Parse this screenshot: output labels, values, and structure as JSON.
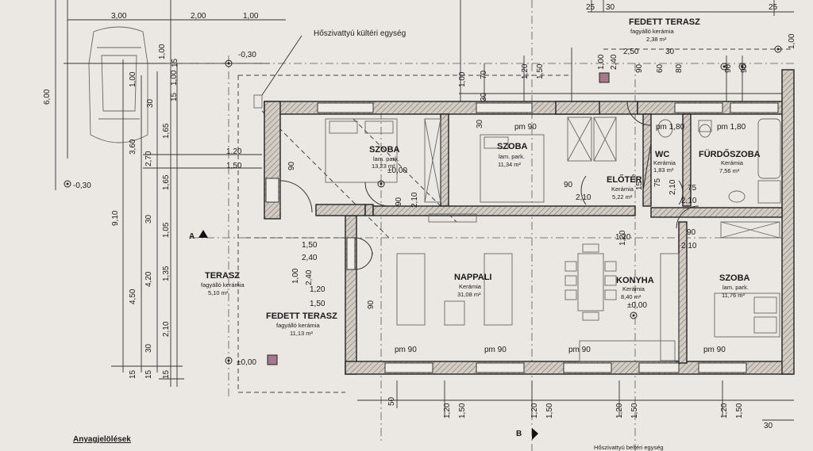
{
  "rooms": {
    "szoba1": {
      "name": "SZOBA",
      "floor": "lam. park.",
      "area": "13,23 m²",
      "level": "±0,00"
    },
    "szoba2": {
      "name": "SZOBA",
      "floor": "lam. park.",
      "area": "11,34 m²"
    },
    "eloter": {
      "name": "ELŐTÉR",
      "floor": "Kerámia",
      "area": "5,22 m²"
    },
    "wc": {
      "name": "WC",
      "floor": "Kerámia",
      "area": "1,83 m²"
    },
    "furdo": {
      "name": "FÜRDŐSZOBA",
      "floor": "Kerámia",
      "area": "7,56 m²"
    },
    "nappali": {
      "name": "NAPPALI",
      "floor": "Kerámia",
      "area": "31,08 m²"
    },
    "konyha": {
      "name": "KONYHA",
      "floor": "Kerámia",
      "area": "8,40 m²",
      "level": "±0,00"
    },
    "szoba3": {
      "name": "SZOBA",
      "floor": "lam. park.",
      "area": "11,76 m²"
    },
    "terasz": {
      "name": "TERASZ",
      "floor": "fagyálló kerámia",
      "area": "5,10 m²"
    },
    "fedett1": {
      "name": "FEDETT TERASZ",
      "floor": "fagyálló kerámia",
      "area": "11,13 m²"
    },
    "fedett2": {
      "name": "FEDETT TERASZ",
      "floor": "fagyálló kerámia",
      "area": "2,38 m²"
    }
  },
  "labels": {
    "heatpump": "Hőszivattyú kültéri egység",
    "legend_title": "Anyagjelölések",
    "section_a": "A",
    "section_b": "B",
    "heatpump_bottom": "Hőszivattyú beltéri egység",
    "level_neg1": "-0,30",
    "level_neg2": "-0,30",
    "level_zero": "±0,00"
  },
  "windows": {
    "w1": "pm 90",
    "w2": "pm 90",
    "w3": "pm 1,80",
    "w4": "pm 90",
    "w5": "pm 90",
    "w6": "pm 90",
    "w7": "pm 90"
  },
  "top_dims": {
    "d1": "3,00",
    "d2": "2,00",
    "d3": "1,00",
    "d4": "25",
    "d5": "30",
    "d6": "25",
    "d7": "2,50",
    "d8": "30",
    "d9": "1,20",
    "d10": "1,50",
    "d11": "1,00",
    "d12": "2,40",
    "d13": "90",
    "d14": "60",
    "d15": "80",
    "d16": "1,00",
    "d17": "70",
    "d18": "30",
    "d19": "1,80",
    "d20": "1,20",
    "d21": "1,50"
  },
  "left_dims": {
    "l1": "6,00",
    "l2": "9,10",
    "l3": "1,00",
    "l4": "15",
    "l5": "3,60",
    "l6": "2,70",
    "l7": "4,20",
    "l8": "4,50",
    "l9": "1,65",
    "l10": "1,65",
    "l11": "30",
    "l12": "1,05",
    "l13": "1,35",
    "l14": "2,10",
    "l15": "30",
    "l16": "15",
    "l17": "15",
    "l18": "1,00",
    "l19": "15",
    "l20": "15",
    "l21": "30"
  },
  "inner_dims": {
    "i1": "1,20",
    "i2": "1,50",
    "i3": "90",
    "i4": "2,10",
    "i5": "90",
    "i6": "2,10",
    "i7": "90",
    "i8": "2,10",
    "i9": "75",
    "i10": "2,10",
    "i11": "75",
    "i12": "1,20",
    "i13": "1,20",
    "i14": "90",
    "i15": "2,10",
    "i16": "1,50",
    "i17": "2,40",
    "i18": "1,00",
    "i19": "2,40",
    "i20": "1,20",
    "i21": "1,50",
    "i22": "90",
    "i23": "15",
    "i24": "2,10"
  },
  "bottom_dims": {
    "b1": "50",
    "b2": "1,20",
    "b3": "1,50",
    "b4": "1,20",
    "b5": "1,50",
    "b6": "1,20",
    "b7": "1,50",
    "b8": "1,20",
    "b9": "1,50",
    "b10": "30"
  }
}
